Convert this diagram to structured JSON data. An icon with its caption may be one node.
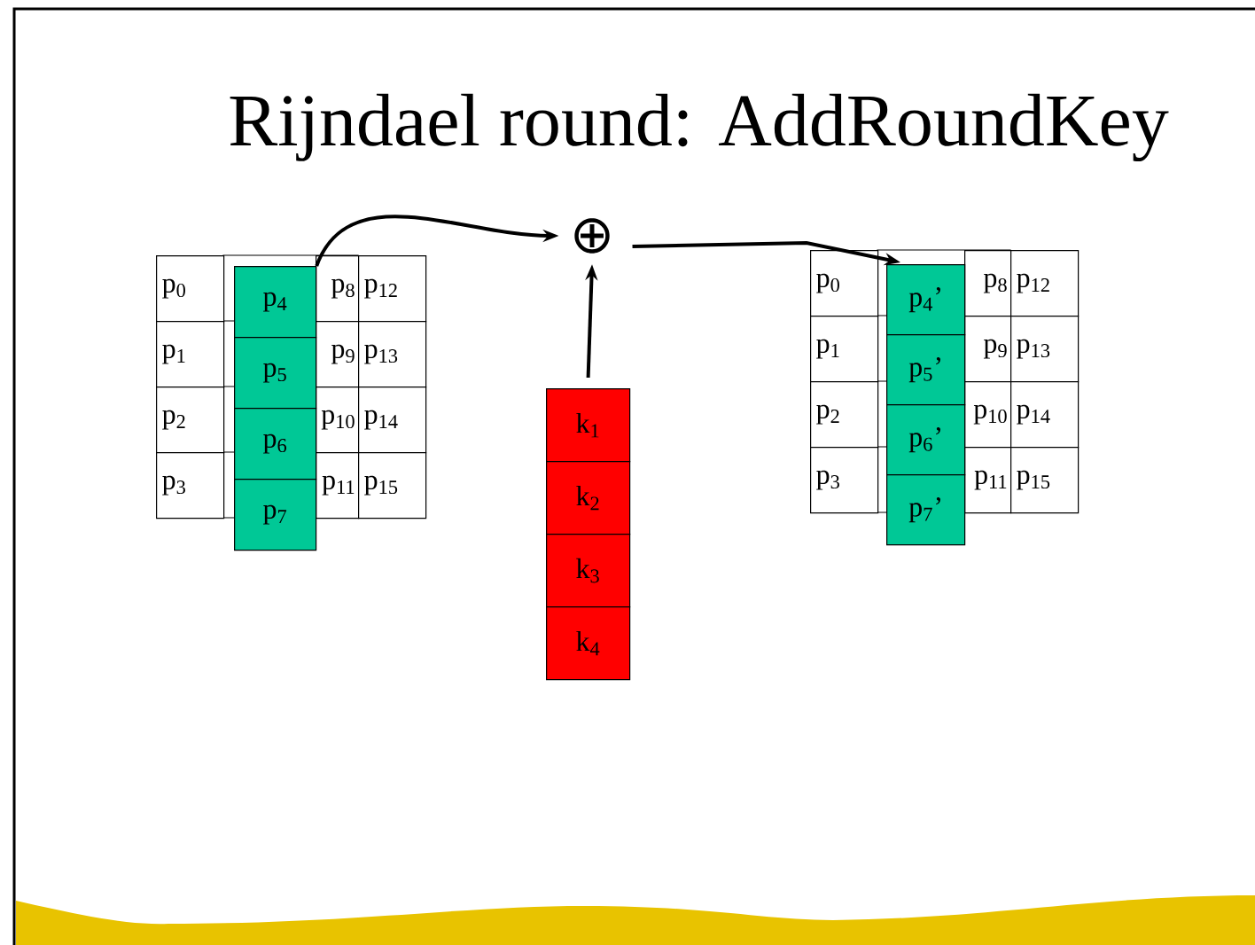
{
  "diagram": {
    "title": "Rijndael round: AddRoundKey",
    "nodes": [
      {
        "text": [
          "p$_{0}$"
        ]
      },
      {
        "text": [
          "p$_{1}$"
        ]
      },
      {
        "text": [
          "p$_{2}$"
        ]
      },
      {
        "text": [
          "p$_{3}$"
        ]
      },
      {
        "text": [
          "p$_{8}$"
        ]
      },
      {
        "text": [
          "p$_{9}$"
        ]
      },
      {
        "text": [
          "p$_{10}$"
        ]
      },
      {
        "text": [
          "p$_{11}$"
        ]
      },
      {
        "text": [
          "p$_{12}$"
        ]
      },
      {
        "text": [
          "p$_{13}$"
        ]
      },
      {
        "text": [
          "p$_{14}$"
        ]
      },
      {
        "text": [
          "p$_{15}$"
        ]
      },
      {
        "text": [
          "p$_{4}$"
        ]
      },
      {
        "text": [
          "p$_{5}$"
        ]
      },
      {
        "text": [
          "p$_{6}$"
        ]
      },
      {
        "text": [
          "p$_{7}$"
        ]
      },
      {
        "text": [
          "⊕"
        ]
      },
      {
        "text": [
          "k$_{1}$"
        ]
      },
      {
        "text": [
          "k$_{2}$"
        ]
      },
      {
        "text": [
          "k$_{3}$"
        ]
      },
      {
        "text": [
          "k$_{4}$"
        ]
      },
      {
        "text": [
          "p$_{0}$"
        ]
      },
      {
        "text": [
          "p$_{1}$"
        ]
      },
      {
        "text": [
          "p$_{2}$"
        ]
      },
      {
        "text": [
          "p$_{3}$"
        ]
      },
      {
        "text": [
          "p$_{8}$"
        ]
      },
      {
        "text": [
          "p$_{9}$"
        ]
      },
      {
        "text": [
          "p$_{10}$"
        ]
      },
      {
        "text": [
          "p$_{11}$"
        ]
      },
      {
        "text": [
          "p$_{12}$"
        ]
      },
      {
        "text": [
          "p$_{13}$"
        ]
      },
      {
        "text": [
          "p$_{14}$"
        ]
      },
      {
        "text": [
          "p$_{15}$"
        ]
      },
      {
        "text": [
          "p$_{4}$’"
        ]
      },
      {
        "text": [
          "p$_{5}$’"
        ]
      },
      {
        "text": [
          "p$_{6}$’"
        ]
      },
      {
        "text": [
          "p$_{7}$’"
        ]
      }
    ],
    "edges": [
      {
        "from": 12,
        "to": 16,
        "arrow": "to"
      },
      {
        "from": 17,
        "to": 16,
        "arrow": "to"
      },
      {
        "from": 16,
        "to": 33,
        "arrow": "to"
      }
    ]
  }
}
